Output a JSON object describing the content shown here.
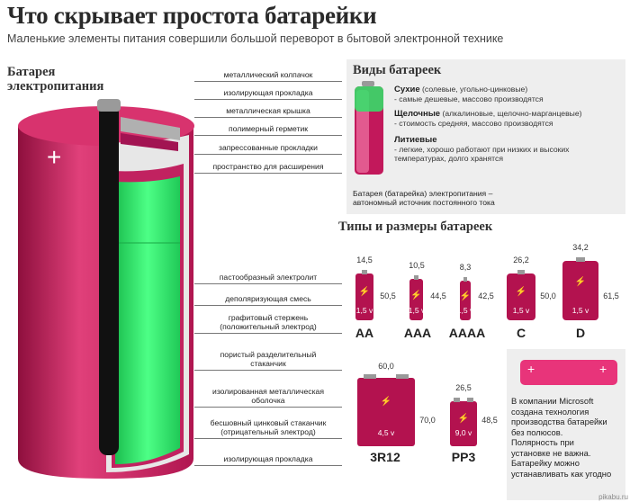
{
  "header": {
    "title": "Что скрывает простота батарейки",
    "subtitle": "Маленькие элементы питания совершили большой переворот в бытовой электронной технике"
  },
  "anatomy": {
    "label_line1": "Батарея",
    "label_line2": "электропитания",
    "plus_sign": "+",
    "callouts": [
      "металлический колпачок",
      "изолирующая прокладка",
      "металлическая крышка",
      "полимерный герметик",
      "запрессованные прокладки",
      "пространство для расширения",
      "пастообразный электролит",
      "деполяризующая смесь",
      "графитовый стержень|(положительный электрод)",
      "пористый разделительный|стаканчик",
      "изолированная металлическая|оболочка",
      "бесшовный цинковый стаканчик|(отрицательный электрод)",
      "изолирующая прокладка"
    ]
  },
  "types": {
    "title": "Виды батареек",
    "items": [
      {
        "name": "Сухие",
        "detail": " (солевые, угольно-цинковые)",
        "desc": "- самые дешевые, массово производятся"
      },
      {
        "name": "Щелочные",
        "detail": " (алкалиновые, щелочно-марганцевые)",
        "desc": "- стоимость средняя, массово производятся"
      },
      {
        "name": "Литиевые",
        "detail": "",
        "desc": "- легкие, хорошо работают при низких и высоких|температурах, долго хранятся"
      }
    ],
    "note": "Батарея (батарейка) электропитания –|автономный источник постоянного тока"
  },
  "sizes": {
    "title": "Типы и размеры батареек",
    "batteries": [
      {
        "name": "AA",
        "width": "14,5",
        "height": "50,5",
        "voltage": "1,5 v"
      },
      {
        "name": "AAA",
        "width": "10,5",
        "height": "44,5",
        "voltage": "1,5 v"
      },
      {
        "name": "AAAA",
        "width": "8,3",
        "height": "42,5",
        "voltage": "1,5 v"
      },
      {
        "name": "C",
        "width": "26,2",
        "height": "50,0",
        "voltage": "1,5 v"
      },
      {
        "name": "D",
        "width": "34,2",
        "height": "61,5",
        "voltage": "1,5 v"
      },
      {
        "name": "3R12",
        "width": "60,0",
        "height": "70,0",
        "voltage": "4,5 v"
      },
      {
        "name": "PP3",
        "width": "26,5",
        "height": "48,5",
        "voltage": "9,0 v"
      }
    ]
  },
  "microsoft": {
    "plus_left": "+",
    "plus_right": "+",
    "text": "В компании Microsoft|создана технология|производства батарейки|без полюсов.|Полярность при|установке не важна.|Батарейку можно|устанавливать как угодно"
  },
  "watermark": "pikabu.ru",
  "colors": {
    "magenta": "#c2185b",
    "electrolyte": "#2ee86a",
    "rod": "#111111",
    "box": "#eeeeee"
  }
}
